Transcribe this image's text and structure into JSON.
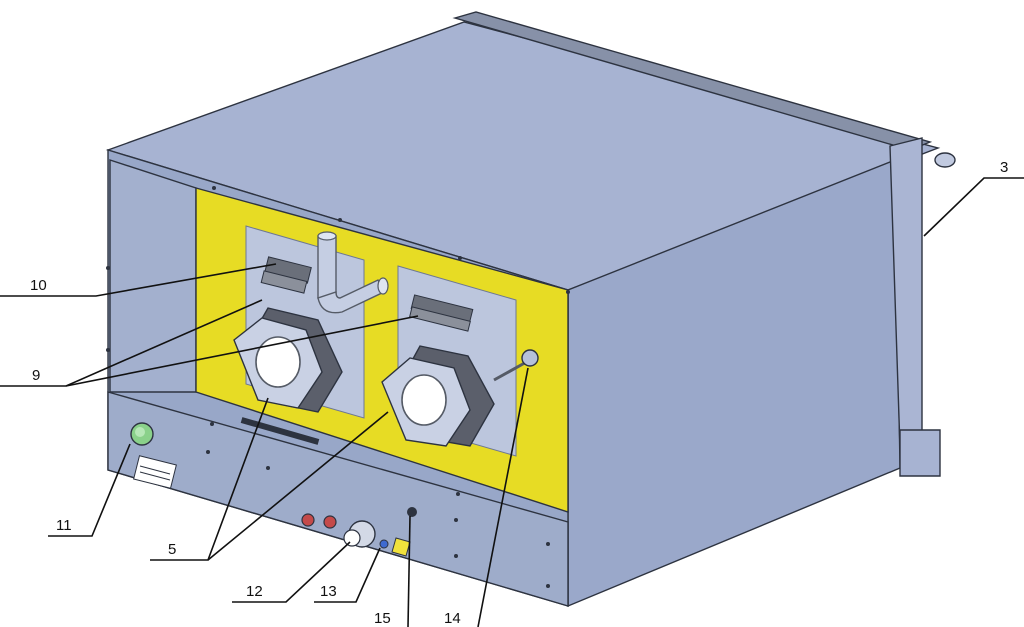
{
  "colors": {
    "housing_top": "#a7b3d2",
    "housing_side": "#9aa8ca",
    "housing_front": "#98a7c8",
    "panel_yellow": "#e7dc24",
    "mount_plate": "#bcc6dd",
    "pump_body": "#c9d1e4",
    "pump_ring": "#5b5f6b",
    "rail": "#8791a8",
    "button_green": "#8ad18a",
    "warning_sign": "#f1e23c"
  },
  "callouts": [
    {
      "id": "3",
      "label": "3"
    },
    {
      "id": "5",
      "label": "5"
    },
    {
      "id": "9",
      "label": "9"
    },
    {
      "id": "10",
      "label": "10"
    },
    {
      "id": "11",
      "label": "11"
    },
    {
      "id": "12",
      "label": "12"
    },
    {
      "id": "13",
      "label": "13"
    },
    {
      "id": "14",
      "label": "14"
    },
    {
      "id": "15",
      "label": "15"
    }
  ],
  "components": [
    {
      "id": "housing",
      "icon": "housing-icon"
    },
    {
      "id": "hinge-rail",
      "icon": "rail-icon"
    },
    {
      "id": "yellow-panel",
      "icon": "panel-icon"
    },
    {
      "id": "pump-left",
      "icon": "pump-icon"
    },
    {
      "id": "pump-right",
      "icon": "pump-icon"
    },
    {
      "id": "pipe-elbow",
      "icon": "pipe-icon"
    },
    {
      "id": "connector-strip-left",
      "icon": "connector-icon"
    },
    {
      "id": "connector-strip-right",
      "icon": "connector-icon"
    },
    {
      "id": "green-button",
      "icon": "button-icon"
    },
    {
      "id": "cable-gland",
      "icon": "gland-icon"
    },
    {
      "id": "ground-screw",
      "icon": "screw-icon"
    },
    {
      "id": "warning-sign",
      "icon": "warning-icon"
    },
    {
      "id": "nameplate",
      "icon": "nameplate-icon"
    }
  ]
}
